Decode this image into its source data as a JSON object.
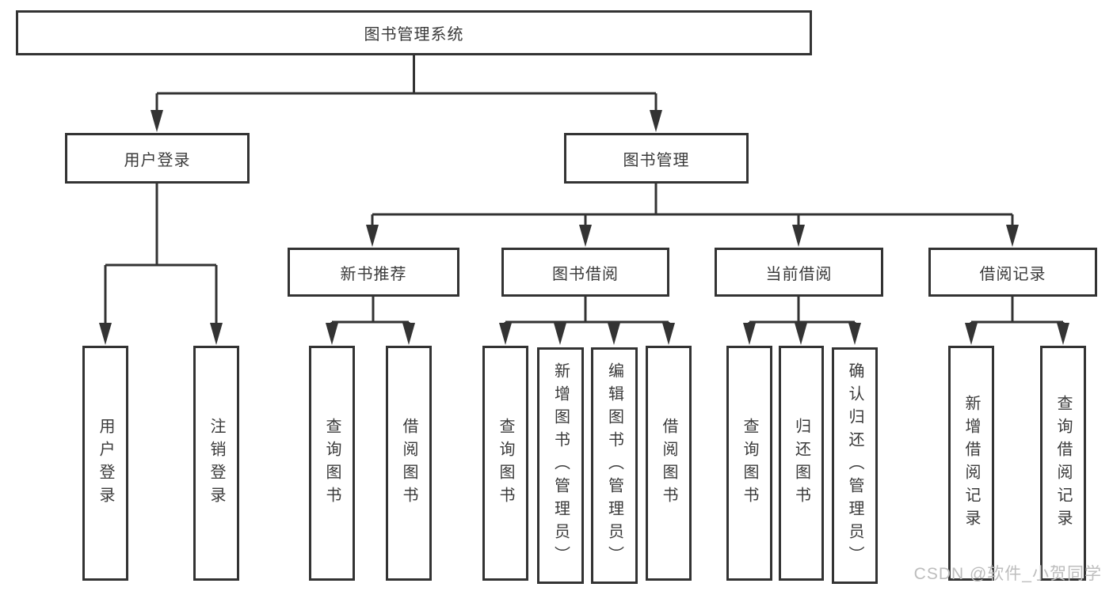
{
  "diagram": {
    "root": {
      "label": "图书管理系统"
    },
    "branches": [
      {
        "label": "用户登录",
        "children": [
          {
            "label": "用户登录"
          },
          {
            "label": "注销登录"
          }
        ]
      },
      {
        "label": "图书管理",
        "children": [
          {
            "label": "新书推荐",
            "children": [
              {
                "label": "查询图书"
              },
              {
                "label": "借阅图书"
              }
            ]
          },
          {
            "label": "图书借阅",
            "children": [
              {
                "label": "查询图书"
              },
              {
                "label": "新增图书（管理员）"
              },
              {
                "label": "编辑图书（管理员）"
              },
              {
                "label": "借阅图书"
              }
            ]
          },
          {
            "label": "当前借阅",
            "children": [
              {
                "label": "查询图书"
              },
              {
                "label": "归还图书"
              },
              {
                "label": "确认归还（管理员）"
              }
            ]
          },
          {
            "label": "借阅记录",
            "children": [
              {
                "label": "新增借阅记录"
              },
              {
                "label": "查询借阅记录"
              }
            ]
          }
        ]
      }
    ]
  },
  "watermark": {
    "text": "CSDN @软件_小贺同学"
  },
  "colors": {
    "line": "#333333",
    "box_border": "#333333",
    "text": "#3a3a3a",
    "watermark": "#bdbdbd",
    "background": "#ffffff"
  }
}
